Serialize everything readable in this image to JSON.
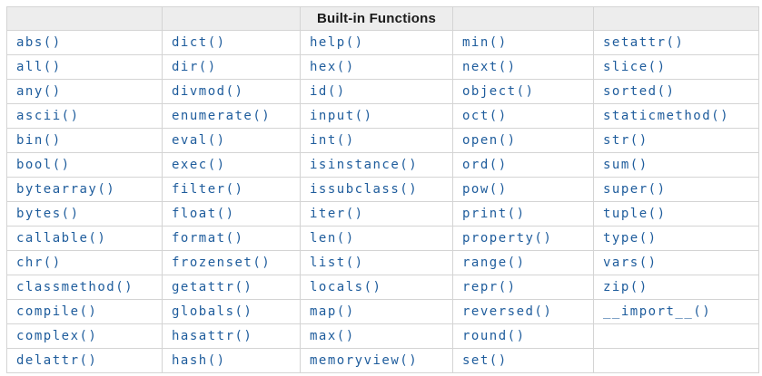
{
  "table": {
    "title": "Built-in Functions",
    "columns": 5,
    "link_color": "#1e5c9c",
    "header_bg": "#ededed",
    "border_color": "#d4d4d4",
    "rows": [
      [
        "abs()",
        "dict()",
        "help()",
        "min()",
        "setattr()"
      ],
      [
        "all()",
        "dir()",
        "hex()",
        "next()",
        "slice()"
      ],
      [
        "any()",
        "divmod()",
        "id()",
        "object()",
        "sorted()"
      ],
      [
        "ascii()",
        "enumerate()",
        "input()",
        "oct()",
        "staticmethod()"
      ],
      [
        "bin()",
        "eval()",
        "int()",
        "open()",
        "str()"
      ],
      [
        "bool()",
        "exec()",
        "isinstance()",
        "ord()",
        "sum()"
      ],
      [
        "bytearray()",
        "filter()",
        "issubclass()",
        "pow()",
        "super()"
      ],
      [
        "bytes()",
        "float()",
        "iter()",
        "print()",
        "tuple()"
      ],
      [
        "callable()",
        "format()",
        "len()",
        "property()",
        "type()"
      ],
      [
        "chr()",
        "frozenset()",
        "list()",
        "range()",
        "vars()"
      ],
      [
        "classmethod()",
        "getattr()",
        "locals()",
        "repr()",
        "zip()"
      ],
      [
        "compile()",
        "globals()",
        "map()",
        "reversed()",
        "__import__()"
      ],
      [
        "complex()",
        "hasattr()",
        "max()",
        "round()",
        ""
      ],
      [
        "delattr()",
        "hash()",
        "memoryview()",
        "set()",
        ""
      ]
    ]
  }
}
